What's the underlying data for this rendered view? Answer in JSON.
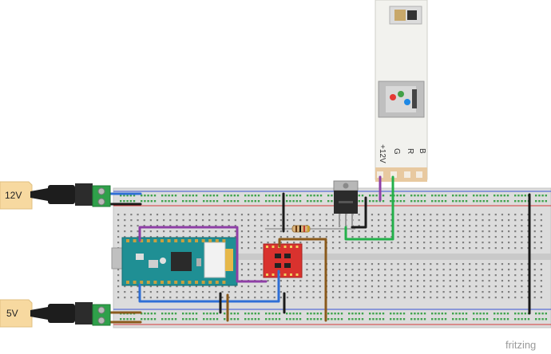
{
  "labels": {
    "supply_12v": "12V",
    "supply_5v": "5V",
    "brand": "fritzing",
    "strip_pins": [
      "+12V",
      "G",
      "R",
      "B"
    ]
  },
  "icons": {
    "power_jack": "dc-barrel-jack-icon",
    "terminal": "screw-terminal-icon",
    "microcontroller": "arduino-nano-icon",
    "level_shifter": "logic-level-converter-icon",
    "mosfet": "to220-transistor-icon",
    "led_strip": "rgb-led-strip-icon",
    "resistor": "resistor-icon"
  },
  "colors": {
    "breadboard": "#d9d9d9",
    "rail_red": "#d43a3a",
    "rail_blue": "#3a55d4",
    "hole_green": "#3fa34d",
    "wire_purple": "#8e3fa6",
    "wire_blue": "#2f6fd6",
    "wire_black": "#1a1a1a",
    "wire_brown": "#8a5a1c",
    "wire_green": "#23b04a",
    "arduino_teal": "#1f8f94",
    "shifter_red": "#d9322e",
    "label_tag": "#f7d9a0"
  }
}
